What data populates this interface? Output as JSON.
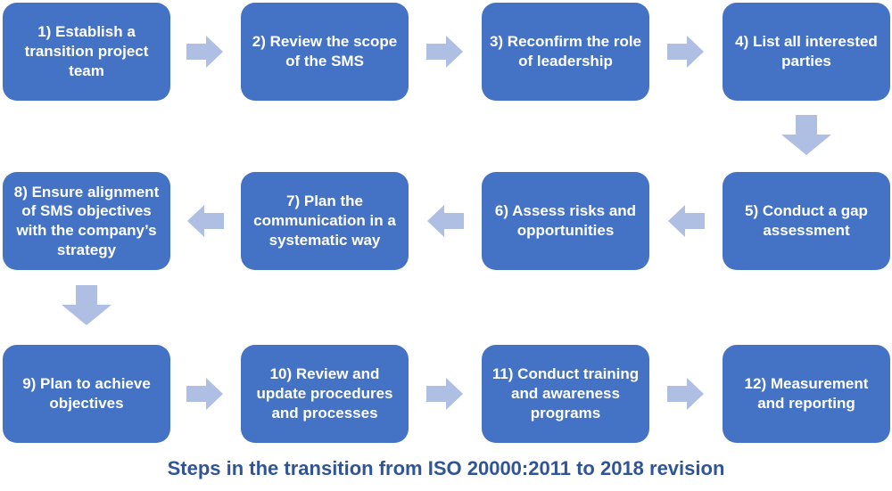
{
  "colors": {
    "box_fill": "#4472C4",
    "box_text": "#ffffff",
    "arrow_fill": "#AEBFE3",
    "caption_text": "#2F5597",
    "background": "#ffffff"
  },
  "caption": "Steps in the transition from ISO 20000:2011 to 2018 revision",
  "steps": [
    "1) Establish a transition project team",
    "2) Review the scope of the SMS",
    "3) Reconfirm the role of leadership",
    "4) List all interested parties",
    "5) Conduct a gap assessment",
    "6) Assess risks and opportunities",
    "7) Plan the communication in a systematic way",
    "8) Ensure alignment of SMS objectives with the company’s strategy",
    "9) Plan to achieve objectives",
    "10) Review and update procedures and processes",
    "11) Conduct training and awareness programs",
    "12) Measurement and reporting"
  ],
  "flow": {
    "rows": [
      {
        "direction": "left-to-right",
        "steps": [
          1,
          2,
          3,
          4
        ]
      },
      {
        "direction": "right-to-left",
        "steps": [
          5,
          6,
          7,
          8
        ]
      },
      {
        "direction": "left-to-right",
        "steps": [
          9,
          10,
          11,
          12
        ]
      }
    ],
    "connections": [
      {
        "from": 1,
        "to": 2,
        "direction": "right"
      },
      {
        "from": 2,
        "to": 3,
        "direction": "right"
      },
      {
        "from": 3,
        "to": 4,
        "direction": "right"
      },
      {
        "from": 4,
        "to": 5,
        "direction": "down"
      },
      {
        "from": 5,
        "to": 6,
        "direction": "left"
      },
      {
        "from": 6,
        "to": 7,
        "direction": "left"
      },
      {
        "from": 7,
        "to": 8,
        "direction": "left"
      },
      {
        "from": 8,
        "to": 9,
        "direction": "down"
      },
      {
        "from": 9,
        "to": 10,
        "direction": "right"
      },
      {
        "from": 10,
        "to": 11,
        "direction": "right"
      },
      {
        "from": 11,
        "to": 12,
        "direction": "right"
      }
    ]
  }
}
